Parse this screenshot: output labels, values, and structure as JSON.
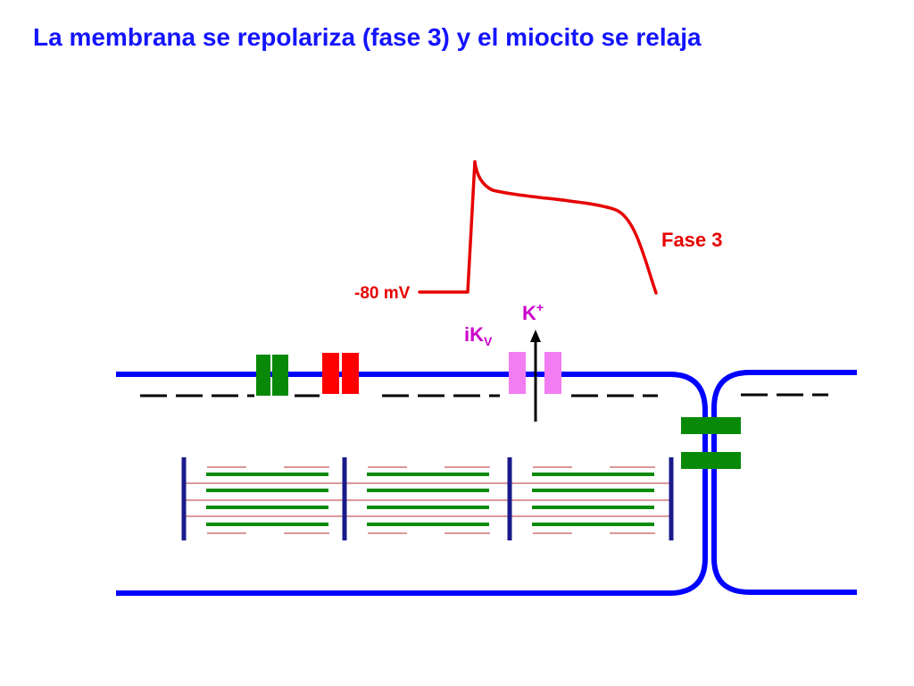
{
  "slide": {
    "title": "La membrana se repolariza (fase 3) y el miocito se relaja"
  },
  "action_potential": {
    "phase_label": "Fase 3",
    "resting_label": "-80 mV"
  },
  "channel_labels": {
    "ion_symbol": "K",
    "ion_charge": "+",
    "current_name": "iK",
    "current_subscript": "V"
  },
  "colors": {
    "title": "#1414ff",
    "membrane": "#0000ff",
    "action_potential": "#e60000",
    "potassium_label": "#cc00cc",
    "k_channel": "#f27cf2",
    "red_channel": "#ff0000",
    "green_channel": "#088a08",
    "gap_junction": "#088a08",
    "z_line": "#1a1a8c",
    "thin_filament": "#b83232",
    "thick_filament": "#0a8a0a",
    "arrow": "#000000"
  }
}
